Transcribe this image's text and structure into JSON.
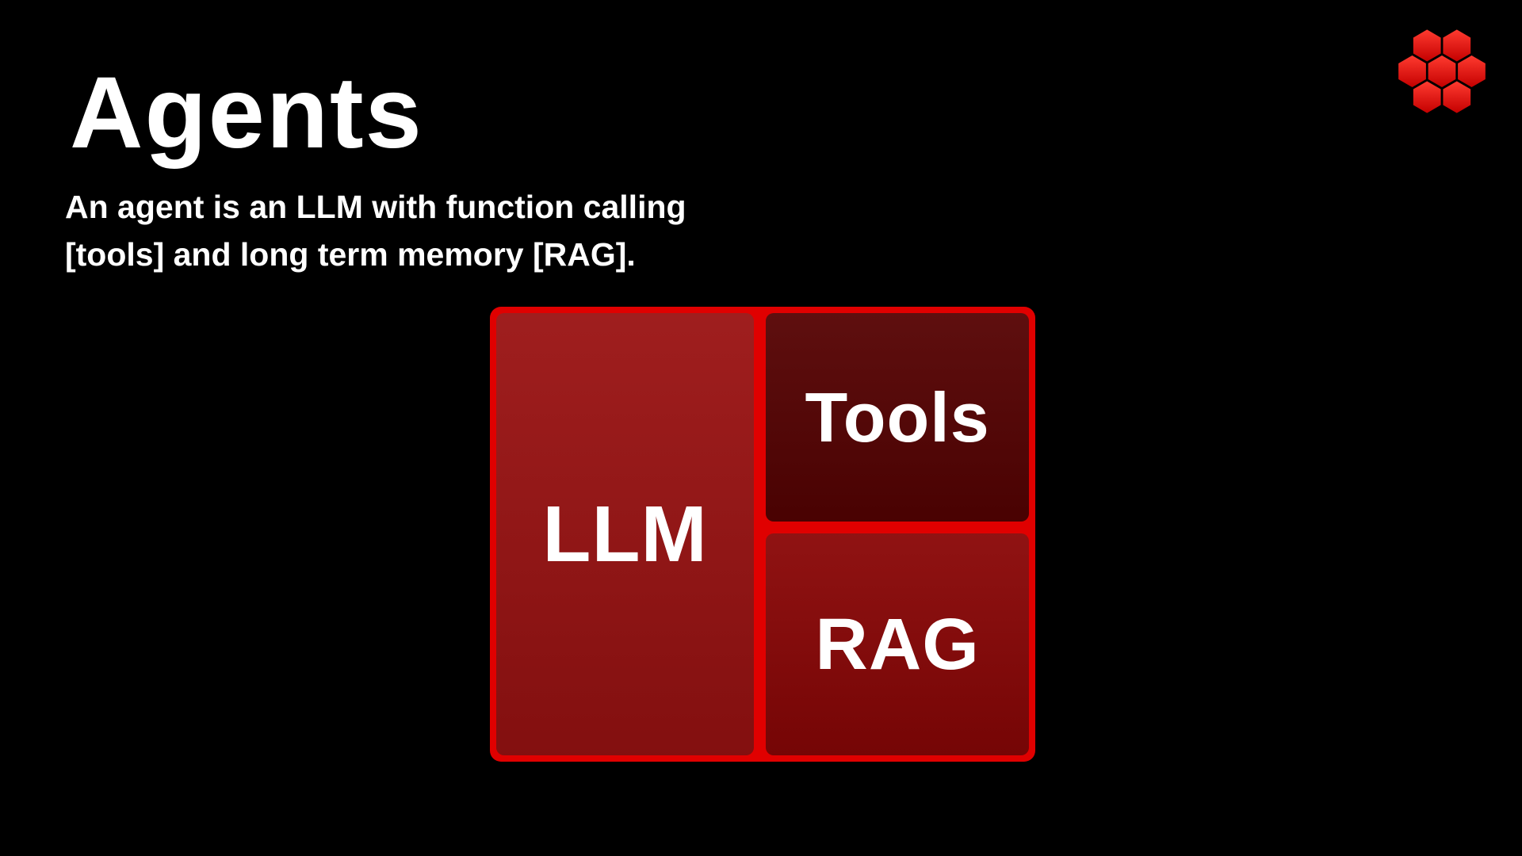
{
  "slide": {
    "title": "Agents",
    "subtitle_line1": "An agent is an LLM with function calling",
    "subtitle_line2": "[tools] and long term memory [RAG].",
    "diagram": {
      "llm_label": "LLM",
      "tools_label": "Tools",
      "rag_label": "RAG"
    },
    "logo": "hexagon-cluster-logo"
  },
  "colors": {
    "background": "#000000",
    "frame_red": "#e00000",
    "llm_box": "#9a1212",
    "tools_box": "#560202",
    "rag_box": "#8a0606",
    "text": "#ffffff",
    "logo_red_light": "#ff3b30",
    "logo_red_dark": "#c40000"
  }
}
